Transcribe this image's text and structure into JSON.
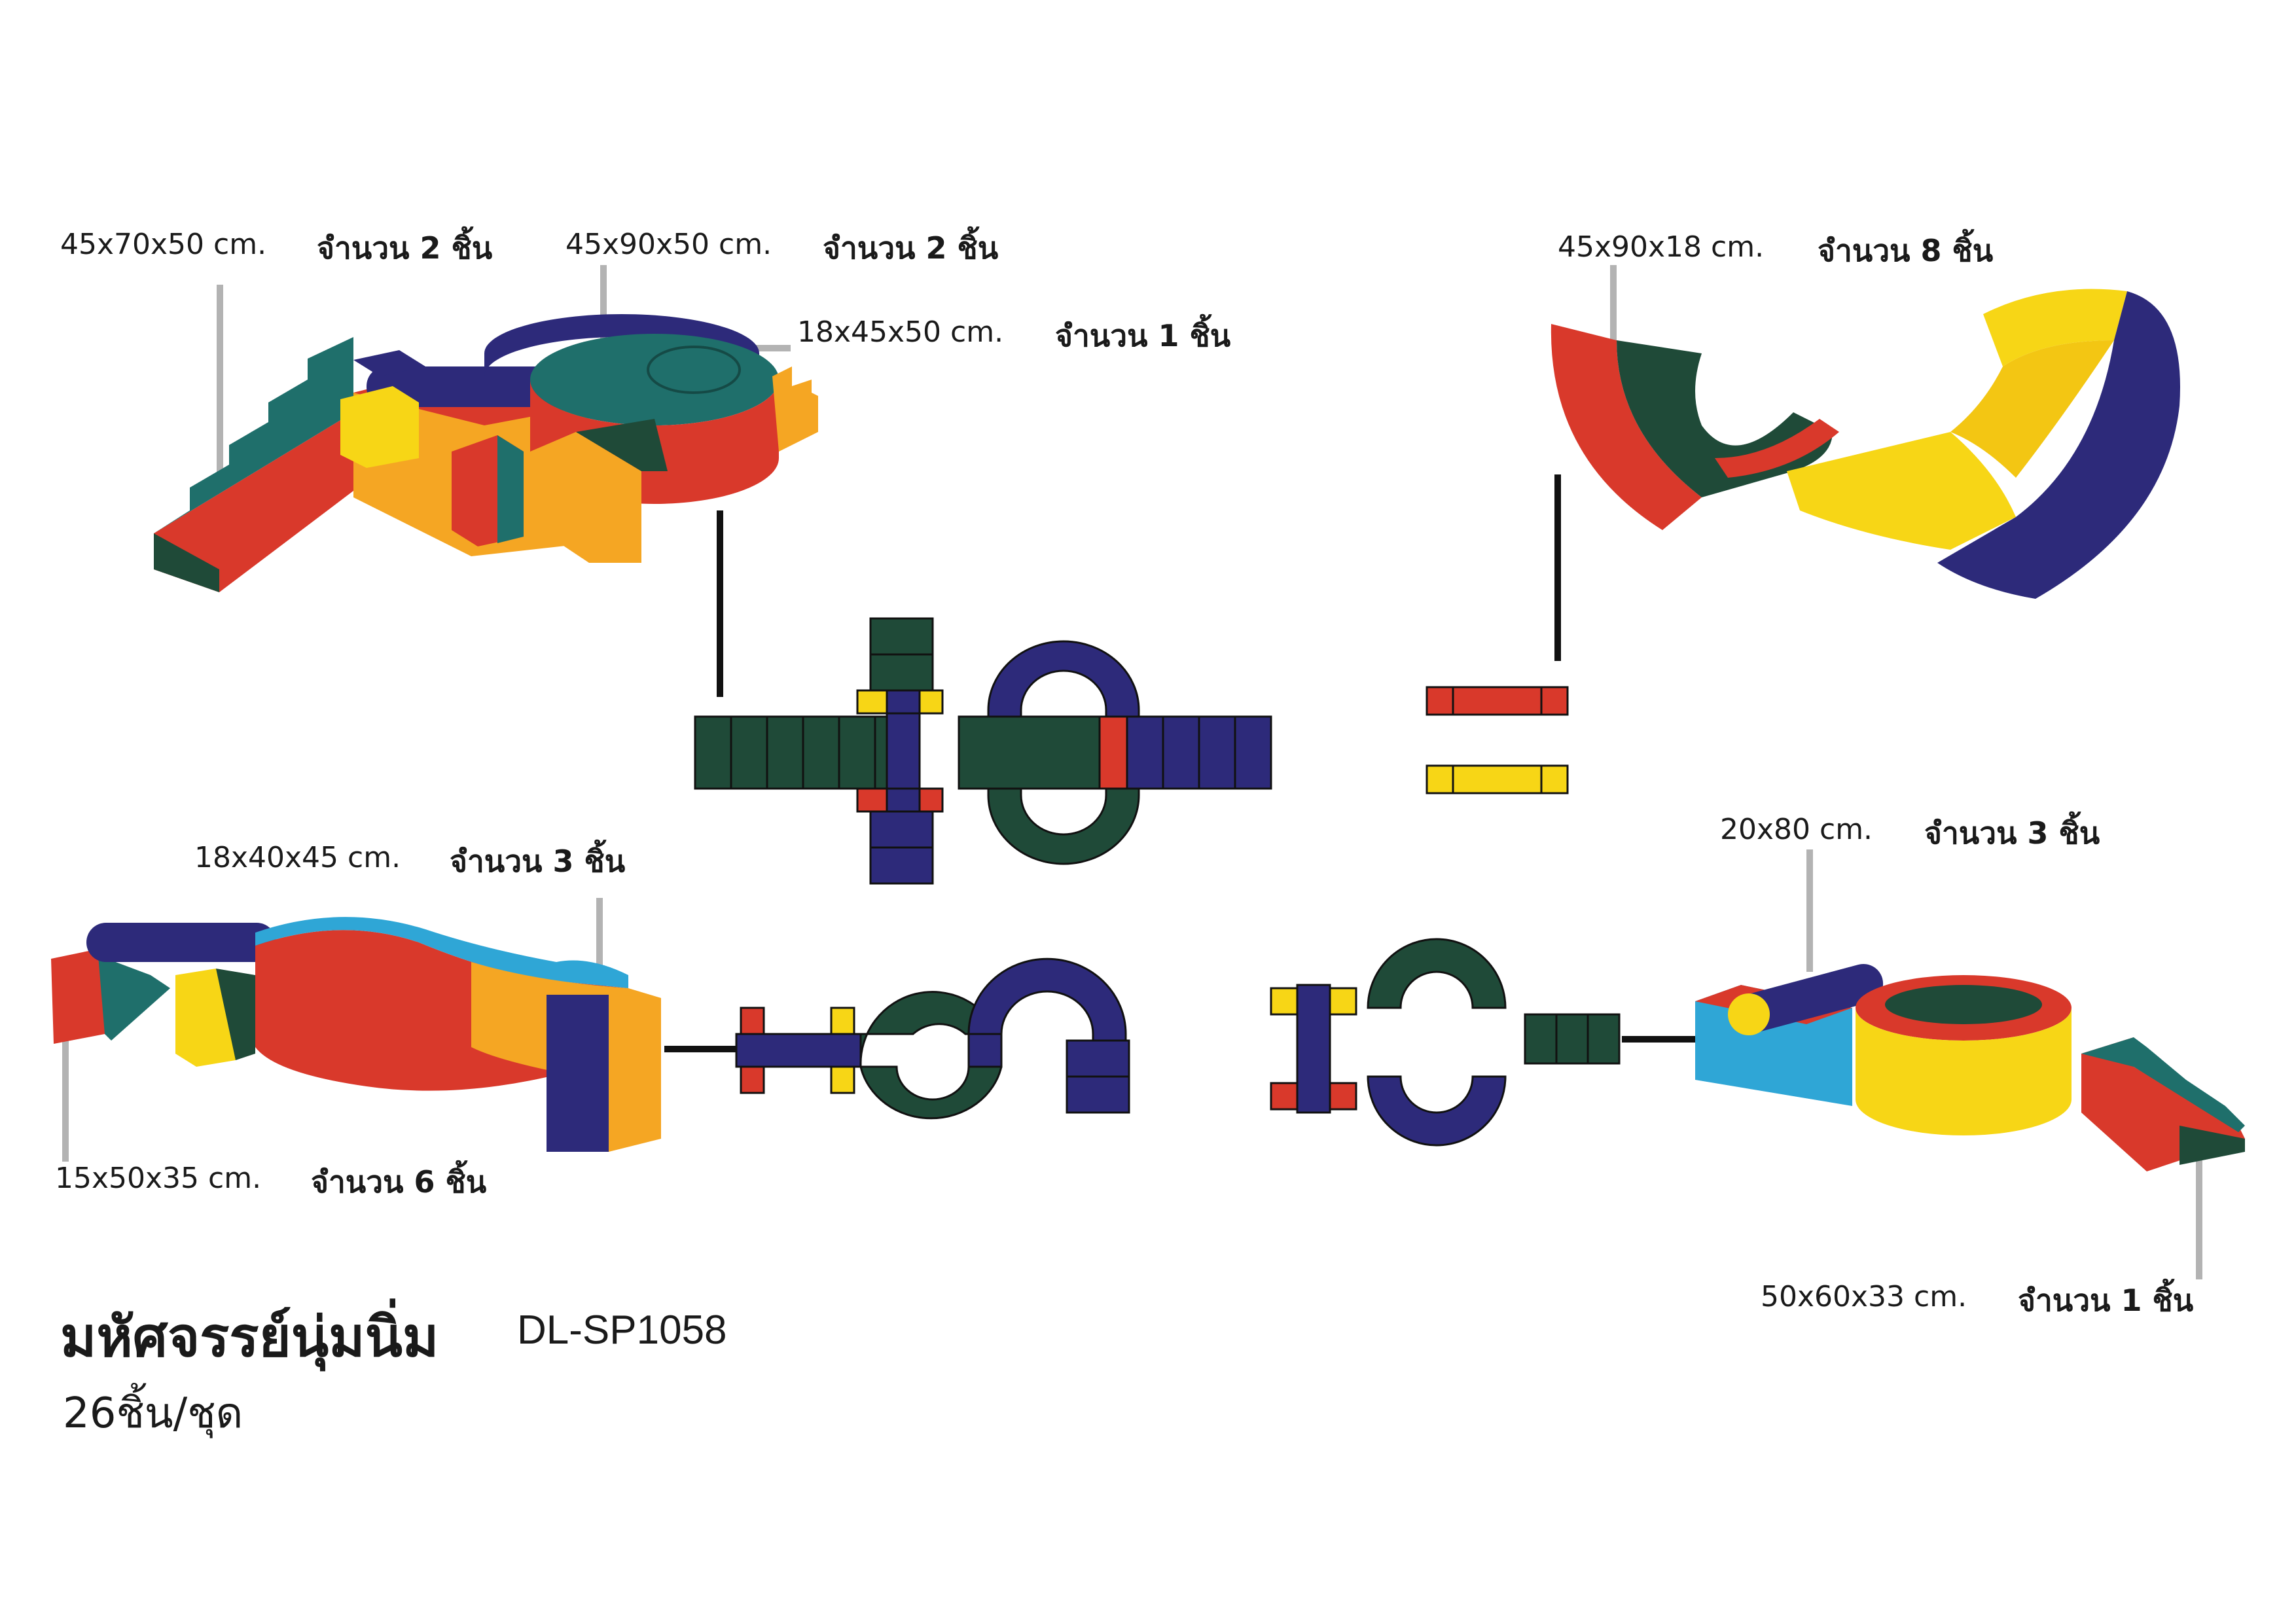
{
  "product": {
    "title": "มหัศจรรย์นุ่มนิ่ม",
    "code": "DL-SP1058",
    "set_count": "26ชิ้น/ชุด"
  },
  "labels": [
    {
      "size": "45x70x50 cm.",
      "qty": "จำนวน 2 ชิ้น"
    },
    {
      "size": "45x90x50 cm.",
      "qty": "จำนวน 2 ชิ้น"
    },
    {
      "size": "18x45x50 cm.",
      "qty": "จำนวน 1 ชิ้น"
    },
    {
      "size": "45x90x18 cm.",
      "qty": "จำนวน 8 ชิ้น"
    },
    {
      "size": "18x40x45 cm.",
      "qty": "จำนวน 3 ชิ้น"
    },
    {
      "size": "15x50x35 cm.",
      "qty": "จำนวน 6 ชิ้น"
    },
    {
      "size": "20x80 cm.",
      "qty": "จำนวน 3 ชิ้น"
    },
    {
      "size": "50x60x33 cm.",
      "qty": "จำนวน 1 ชิ้น"
    }
  ],
  "colors": {
    "red": "#d9392b",
    "blue": "#2d2a7a",
    "green": "#1f4a38",
    "yellow": "#f7d616",
    "orange": "#f5a623",
    "teal": "#1f6f6b",
    "leader": "#b3b3b3"
  }
}
